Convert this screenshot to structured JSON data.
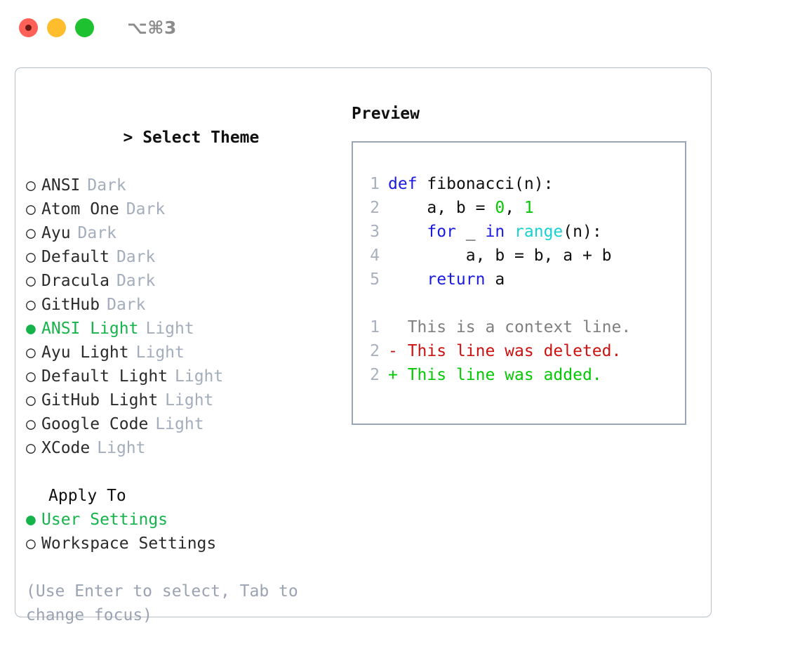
{
  "window": {
    "shortcut": "⌥⌘3",
    "traffic_lights": [
      {
        "name": "close",
        "color": "#ff6058"
      },
      {
        "name": "minimize",
        "color": "#ffbd2e"
      },
      {
        "name": "maximize",
        "color": "#1ec130"
      }
    ]
  },
  "colors": {
    "accent_green": "#16b34a",
    "muted": "#a3adbb",
    "hint": "#9aa3b2",
    "border_outer": "#b6bdc9",
    "border_preview": "#9aa5b5",
    "keyword": "#1a1ae0",
    "number": "#05c805",
    "builtin": "#1ad1d1",
    "diff_delete": "#cc1111",
    "diff_add": "#05c805",
    "diff_context": "#7f7f7f",
    "line_number": "#a8b0bd"
  },
  "theme_panel": {
    "marker": ">",
    "title": "Select Theme",
    "radio_on": "●",
    "radio_off": "○",
    "items": [
      {
        "name": "ANSI",
        "kind": "Dark",
        "selected": false
      },
      {
        "name": "Atom One",
        "kind": "Dark",
        "selected": false
      },
      {
        "name": "Ayu",
        "kind": "Dark",
        "selected": false
      },
      {
        "name": "Default",
        "kind": "Dark",
        "selected": false
      },
      {
        "name": "Dracula",
        "kind": "Dark",
        "selected": false
      },
      {
        "name": "GitHub",
        "kind": "Dark",
        "selected": false
      },
      {
        "name": "ANSI Light",
        "kind": "Light",
        "selected": true
      },
      {
        "name": "Ayu Light",
        "kind": "Light",
        "selected": false
      },
      {
        "name": "Default Light",
        "kind": "Light",
        "selected": false
      },
      {
        "name": "GitHub Light",
        "kind": "Light",
        "selected": false
      },
      {
        "name": "Google Code",
        "kind": "Light",
        "selected": false
      },
      {
        "name": "XCode",
        "kind": "Light",
        "selected": false
      }
    ]
  },
  "apply_to": {
    "title": "Apply To",
    "items": [
      {
        "name": "User Settings",
        "selected": true
      },
      {
        "name": "Workspace Settings",
        "selected": false
      }
    ]
  },
  "hint": "(Use Enter to select, Tab to change focus)",
  "preview": {
    "title": "Preview",
    "code_lines": [
      {
        "num": "1",
        "tokens": [
          {
            "t": "def",
            "c": "kw"
          },
          {
            "t": " ",
            "c": "plain"
          },
          {
            "t": "fibonacci",
            "c": "fn"
          },
          {
            "t": "(n):",
            "c": "plain"
          }
        ]
      },
      {
        "num": "2",
        "tokens": [
          {
            "t": "    a, b = ",
            "c": "plain"
          },
          {
            "t": "0",
            "c": "num"
          },
          {
            "t": ", ",
            "c": "plain"
          },
          {
            "t": "1",
            "c": "num"
          }
        ]
      },
      {
        "num": "3",
        "tokens": [
          {
            "t": "    ",
            "c": "plain"
          },
          {
            "t": "for",
            "c": "kw"
          },
          {
            "t": " _ ",
            "c": "plain"
          },
          {
            "t": "in",
            "c": "kw"
          },
          {
            "t": " ",
            "c": "plain"
          },
          {
            "t": "range",
            "c": "builtin"
          },
          {
            "t": "(n):",
            "c": "plain"
          }
        ]
      },
      {
        "num": "4",
        "tokens": [
          {
            "t": "        a, b = b, a + b",
            "c": "plain"
          }
        ]
      },
      {
        "num": "5",
        "tokens": [
          {
            "t": "    ",
            "c": "plain"
          },
          {
            "t": "return",
            "c": "kw"
          },
          {
            "t": " a",
            "c": "plain"
          }
        ]
      }
    ],
    "diff_lines": [
      {
        "num": "1",
        "sign": " ",
        "text": " This is a context line.",
        "kind": "ctx"
      },
      {
        "num": "2",
        "sign": "-",
        "text": " This line was deleted.",
        "kind": "del"
      },
      {
        "num": "2",
        "sign": "+",
        "text": " This line was added.",
        "kind": "add"
      }
    ]
  }
}
